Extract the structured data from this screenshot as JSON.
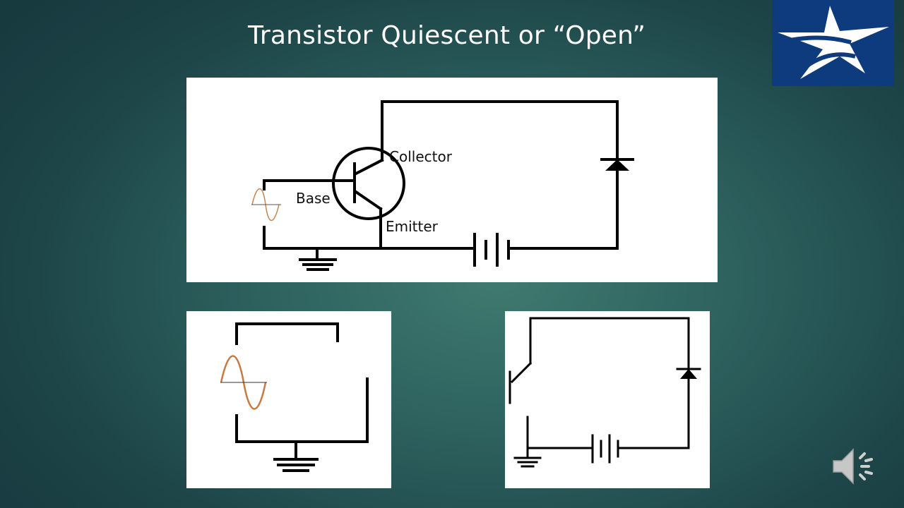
{
  "slide": {
    "title": "Transistor Quiescent or “Open”"
  },
  "diagram_main": {
    "labels": {
      "collector": "Collector",
      "base": "Base",
      "emitter": "Emitter"
    }
  },
  "icons": {
    "logo": "star-logo-icon",
    "audio": "speaker-icon"
  },
  "colors": {
    "logo_bg": "#0e3b7e",
    "wave": "#d08040"
  }
}
